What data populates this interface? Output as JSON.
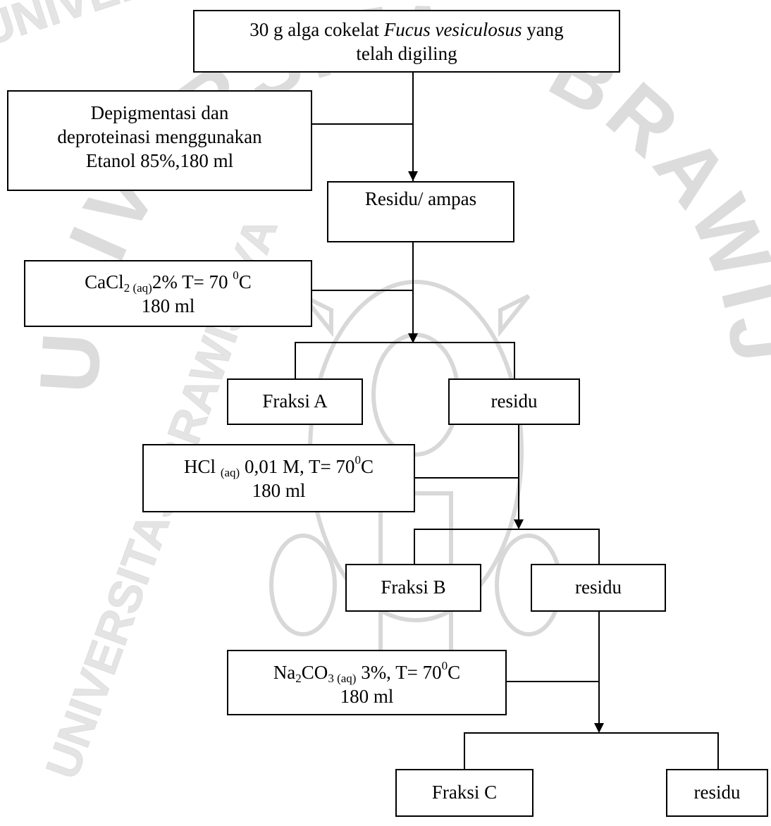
{
  "watermark": {
    "arc_text": "UNIVERSITAS BRAWIJAYA",
    "tile_text": "UNIVERSITAS BRAWIJAYA",
    "color": "#d6d6d6"
  },
  "flowchart": {
    "start": {
      "line1_pre": "30 g alga cokelat ",
      "line1_italic": "Fucus vesiculosus",
      "line1_post": " yang",
      "line2": "telah digiling"
    },
    "depigment": {
      "line1": "Depigmentasi dan",
      "line2": "deproteinasi menggunakan",
      "line3": "Etanol 85%,180 ml"
    },
    "residu_ampas": "Residu/ ampas",
    "cacl2": {
      "formula": "CaCl",
      "sub_count": "2",
      "phase": " (aq)",
      "conc": "2%  T= 70 ",
      "deg": "0",
      "unit": "C",
      "volume": "180 ml"
    },
    "fraksi_a": "Fraksi A",
    "residu_1": "residu",
    "hcl": {
      "formula": "HCl ",
      "phase": "(aq)",
      "cond": " 0,01 M, T= 70",
      "deg": "0",
      "unit": "C",
      "volume": "180 ml"
    },
    "fraksi_b": "Fraksi B",
    "residu_2": "residu",
    "na2co3": {
      "na": "Na",
      "na_sub": "2",
      "co": "CO",
      "co_sub": "3 (aq)",
      "cond": " 3%, T= 70",
      "deg": "0",
      "unit": "C",
      "volume": "180 ml"
    },
    "fraksi_c": "Fraksi C",
    "residu_3": "residu"
  }
}
